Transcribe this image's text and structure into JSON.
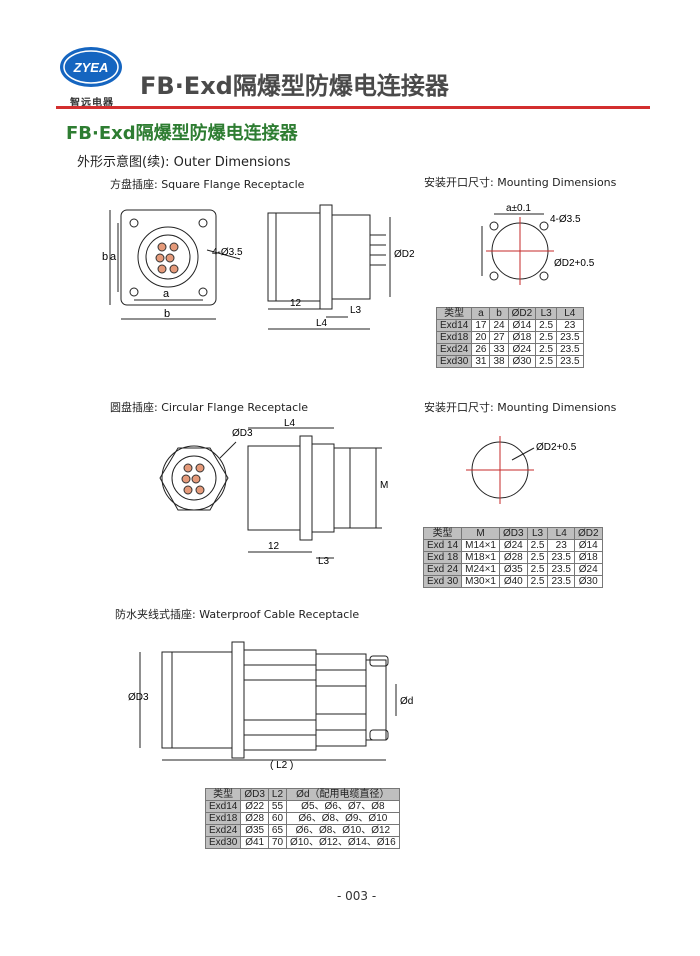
{
  "header": {
    "logo_text": "ZYEA",
    "logo_sub": "智远电器",
    "title": "FB·Exd隔爆型防爆电连接器"
  },
  "section_title": "FB·Exd隔爆型防爆电连接器",
  "sub_title": "外形示意图(续):  Outer Dimensions",
  "square": {
    "caption": "方盘插座:  Square Flange Receptacle",
    "mount_caption": "安装开口尺寸:  Mounting Dimensions",
    "dim_b": "b",
    "dim_a": "a",
    "dim_hole": "4-Ø3.5",
    "dim_12": "12",
    "dim_l3": "L3",
    "dim_l4": "L4",
    "dim_d2": "ØD2",
    "mount_a": "a±0.1",
    "mount_hole": "4-Ø3.5",
    "mount_d2": "ØD2+0.5",
    "table": {
      "headers": [
        "类型",
        "a",
        "b",
        "ØD2",
        "L3",
        "L4"
      ],
      "rows": [
        [
          "Exd14",
          "17",
          "24",
          "Ø14",
          "2.5",
          "23"
        ],
        [
          "Exd18",
          "20",
          "27",
          "Ø18",
          "2.5",
          "23.5"
        ],
        [
          "Exd24",
          "26",
          "33",
          "Ø24",
          "2.5",
          "23.5"
        ],
        [
          "Exd30",
          "31",
          "38",
          "Ø30",
          "2.5",
          "23.5"
        ]
      ]
    }
  },
  "circular": {
    "caption": "圆盘插座:  Circular Flange Receptacle",
    "mount_caption": "安装开口尺寸:  Mounting Dimensions",
    "dim_d3": "ØD3",
    "dim_l4": "L4",
    "dim_m": "M",
    "dim_12": "12",
    "dim_l3": "L3",
    "mount_d2": "ØD2+0.5",
    "table": {
      "headers": [
        "类型",
        "M",
        "ØD3",
        "L3",
        "L4",
        "ØD2"
      ],
      "rows": [
        [
          "Exd 14",
          "M14×1",
          "Ø24",
          "2.5",
          "23",
          "Ø14"
        ],
        [
          "Exd 18",
          "M18×1",
          "Ø28",
          "2.5",
          "23.5",
          "Ø18"
        ],
        [
          "Exd 24",
          "M24×1",
          "Ø35",
          "2.5",
          "23.5",
          "Ø24"
        ],
        [
          "Exd 30",
          "M30×1",
          "Ø40",
          "2.5",
          "23.5",
          "Ø30"
        ]
      ]
    }
  },
  "waterproof": {
    "caption": "防水夹线式插座:  Waterproof Cable Receptacle",
    "dim_d3": "ØD3",
    "dim_d": "Ød",
    "dim_l2": "( L2 )",
    "table": {
      "headers": [
        "类型",
        "ØD3",
        "L2",
        "Ød（配用电缆直径）"
      ],
      "rows": [
        [
          "Exd14",
          "Ø22",
          "55",
          "Ø5、Ø6、Ø7、Ø8"
        ],
        [
          "Exd18",
          "Ø28",
          "60",
          "Ø6、Ø8、Ø9、Ø10"
        ],
        [
          "Exd24",
          "Ø35",
          "65",
          "Ø6、Ø8、Ø10、Ø12"
        ],
        [
          "Exd30",
          "Ø41",
          "70",
          "Ø10、Ø12、Ø14、Ø16"
        ]
      ]
    }
  },
  "page_number": "- 003 -",
  "colors": {
    "accent_red": "#d32f2f",
    "title_green": "#2e7d32",
    "logo_blue": "#1565c0"
  }
}
